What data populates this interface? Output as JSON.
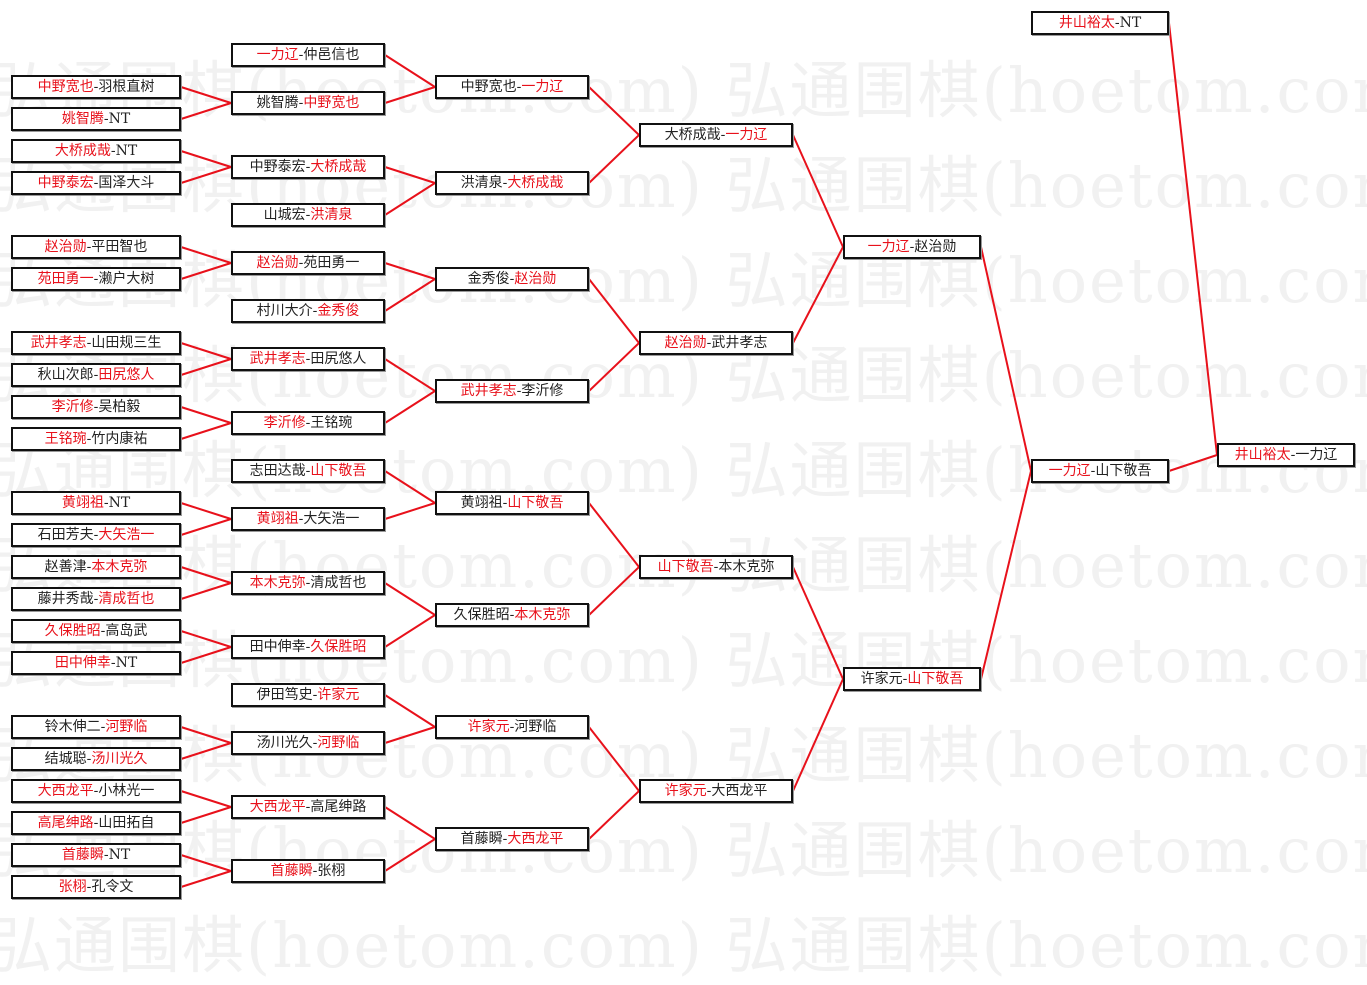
{
  "watermark": "弘通围棋(hoetom.com)",
  "separator": "-",
  "colors": {
    "winner": "#e8111b",
    "line": "#e8111b",
    "text": "#222222"
  },
  "rounds": [
    [
      {
        "a": "中野宽也",
        "b": "羽根直树",
        "winner": "a"
      },
      {
        "a": "姚智腾",
        "b": "NT",
        "winner": "a"
      },
      {
        "a": "大桥成哉",
        "b": "NT",
        "winner": "a"
      },
      {
        "a": "中野泰宏",
        "b": "国泽大斗",
        "winner": "a"
      },
      {
        "a": "赵治勋",
        "b": "平田智也",
        "winner": "a"
      },
      {
        "a": "苑田勇一",
        "b": "濑户大树",
        "winner": "a"
      },
      {
        "a": "武井孝志",
        "b": "山田规三生",
        "winner": "a"
      },
      {
        "a": "秋山次郎",
        "b": "田尻悠人",
        "winner": "b"
      },
      {
        "a": "李沂修",
        "b": "吴柏毅",
        "winner": "a"
      },
      {
        "a": "王铭琬",
        "b": "竹内康祐",
        "winner": "a"
      },
      {
        "a": "黄翊祖",
        "b": "NT",
        "winner": "a"
      },
      {
        "a": "石田芳夫",
        "b": "大矢浩一",
        "winner": "b"
      },
      {
        "a": "赵善津",
        "b": "本木克弥",
        "winner": "b"
      },
      {
        "a": "藤井秀哉",
        "b": "清成哲也",
        "winner": "b"
      },
      {
        "a": "久保胜昭",
        "b": "高岛武",
        "winner": "a"
      },
      {
        "a": "田中伸幸",
        "b": "NT",
        "winner": "a"
      },
      {
        "a": "铃木伸二",
        "b": "河野临",
        "winner": "b"
      },
      {
        "a": "结城聪",
        "b": "汤川光久",
        "winner": "b"
      },
      {
        "a": "大西龙平",
        "b": "小林光一",
        "winner": "a"
      },
      {
        "a": "高尾绅路",
        "b": "山田拓自",
        "winner": "a"
      },
      {
        "a": "首藤瞬",
        "b": "NT",
        "winner": "a"
      },
      {
        "a": "张栩",
        "b": "孔令文",
        "winner": "a"
      }
    ],
    [
      {
        "a": "一力辽",
        "b": "仲邑信也",
        "winner": "a"
      },
      {
        "a": "姚智腾",
        "b": "中野宽也",
        "winner": "b"
      },
      {
        "a": "中野泰宏",
        "b": "大桥成哉",
        "winner": "b"
      },
      {
        "a": "山城宏",
        "b": "洪清泉",
        "winner": "b"
      },
      {
        "a": "赵治勋",
        "b": "苑田勇一",
        "winner": "a"
      },
      {
        "a": "村川大介",
        "b": "金秀俊",
        "winner": "b"
      },
      {
        "a": "武井孝志",
        "b": "田尻悠人",
        "winner": "a"
      },
      {
        "a": "李沂修",
        "b": "王铭琬",
        "winner": "a"
      },
      {
        "a": "志田达哉",
        "b": "山下敬吾",
        "winner": "b"
      },
      {
        "a": "黄翊祖",
        "b": "大矢浩一",
        "winner": "a"
      },
      {
        "a": "本木克弥",
        "b": "清成哲也",
        "winner": "a"
      },
      {
        "a": "田中伸幸",
        "b": "久保胜昭",
        "winner": "b"
      },
      {
        "a": "伊田笃史",
        "b": "许家元",
        "winner": "b"
      },
      {
        "a": "汤川光久",
        "b": "河野临",
        "winner": "b"
      },
      {
        "a": "大西龙平",
        "b": "高尾绅路",
        "winner": "a"
      },
      {
        "a": "首藤瞬",
        "b": "张栩",
        "winner": "a"
      }
    ],
    [
      {
        "a": "中野宽也",
        "b": "一力辽",
        "winner": "b"
      },
      {
        "a": "洪清泉",
        "b": "大桥成哉",
        "winner": "b"
      },
      {
        "a": "金秀俊",
        "b": "赵治勋",
        "winner": "b"
      },
      {
        "a": "武井孝志",
        "b": "李沂修",
        "winner": "a"
      },
      {
        "a": "黄翊祖",
        "b": "山下敬吾",
        "winner": "b"
      },
      {
        "a": "久保胜昭",
        "b": "本木克弥",
        "winner": "b"
      },
      {
        "a": "许家元",
        "b": "河野临",
        "winner": "a"
      },
      {
        "a": "首藤瞬",
        "b": "大西龙平",
        "winner": "b"
      }
    ],
    [
      {
        "a": "大桥成哉",
        "b": "一力辽",
        "winner": "b"
      },
      {
        "a": "赵治勋",
        "b": "武井孝志",
        "winner": "a"
      },
      {
        "a": "山下敬吾",
        "b": "本木克弥",
        "winner": "a"
      },
      {
        "a": "许家元",
        "b": "大西龙平",
        "winner": "a"
      }
    ],
    [
      {
        "a": "一力辽",
        "b": "赵治勋",
        "winner": "a"
      },
      {
        "a": "许家元",
        "b": "山下敬吾",
        "winner": "b"
      }
    ],
    [
      {
        "a": "一力辽",
        "b": "山下敬吾",
        "winner": "a"
      }
    ],
    [
      {
        "a": "井山裕太",
        "b": "NT",
        "winner": "a"
      }
    ],
    [
      {
        "a": "井山裕太",
        "b": "一力辽",
        "winner": "a"
      }
    ]
  ]
}
